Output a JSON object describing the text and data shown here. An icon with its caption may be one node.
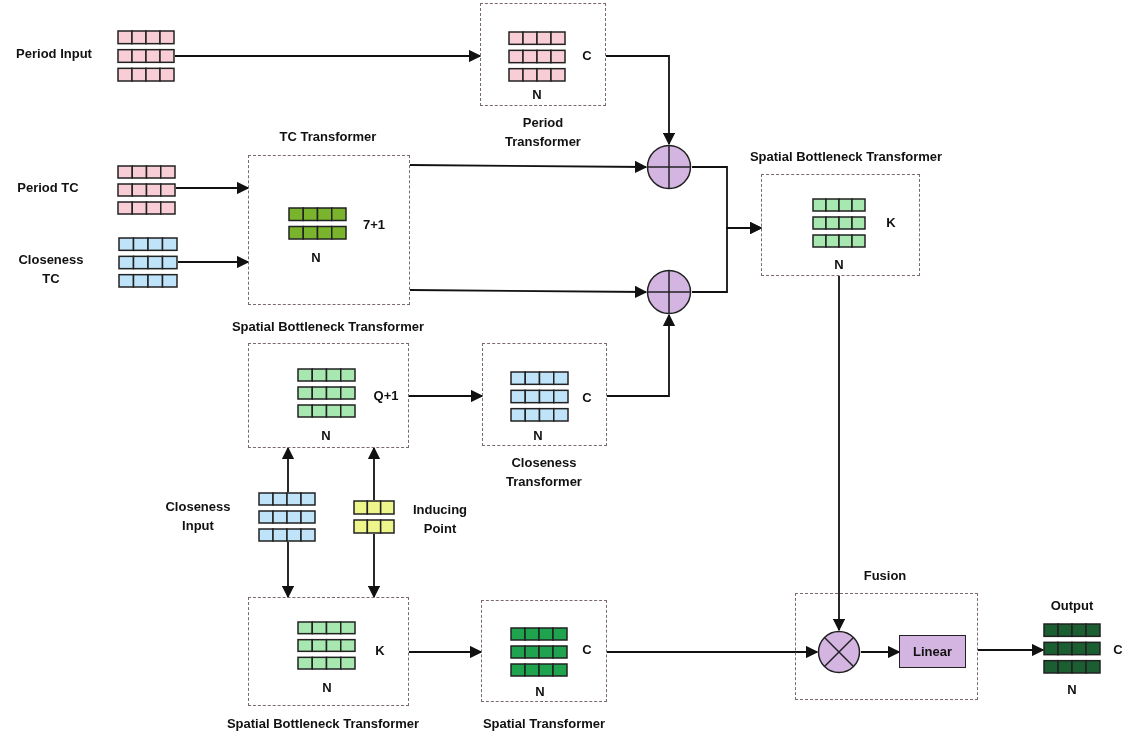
{
  "diagram": {
    "nodes": [
      {
        "text": [],
        "shape": "grid",
        "beside": [
          "Period Input"
        ]
      },
      {
        "text": [
          "Period Transformer"
        ]
      },
      {
        "text": [],
        "shape": "grid",
        "in": 1,
        "beside": [
          "C",
          "N"
        ]
      },
      {
        "text": [],
        "shape": "grid",
        "beside": [
          "Period TC"
        ]
      },
      {
        "text": [],
        "shape": "grid",
        "beside": [
          "Closeness TC"
        ]
      },
      {
        "text": [
          "TC Transformer"
        ]
      },
      {
        "text": [],
        "shape": "grid",
        "in": 5,
        "beside": [
          "7+1",
          "N"
        ]
      },
      {
        "text": [],
        "shape": "circle"
      },
      {
        "text": [],
        "shape": "circle"
      },
      {
        "text": [
          "Spatial Bottleneck Transformer"
        ]
      },
      {
        "text": [],
        "shape": "grid",
        "in": 9,
        "beside": [
          "K",
          "N"
        ]
      },
      {
        "text": [
          "Spatial Bottleneck Transformer"
        ]
      },
      {
        "text": [],
        "shape": "grid",
        "in": 11,
        "beside": [
          "Q+1",
          "N"
        ]
      },
      {
        "text": [
          "Closeness Transformer"
        ]
      },
      {
        "text": [],
        "shape": "grid",
        "in": 13,
        "beside": [
          "C",
          "N"
        ]
      },
      {
        "text": [],
        "shape": "grid",
        "beside": [
          "Closeness Input"
        ]
      },
      {
        "text": [],
        "shape": "grid",
        "beside": [
          "Inducing Point"
        ]
      },
      {
        "text": [
          "Spatial Bottleneck Transformer"
        ]
      },
      {
        "text": [],
        "shape": "grid",
        "in": 17,
        "beside": [
          "K",
          "N"
        ]
      },
      {
        "text": [
          "Spatial Transformer"
        ]
      },
      {
        "text": [],
        "shape": "grid",
        "in": 19,
        "beside": [
          "C",
          "N"
        ]
      },
      {
        "text": [
          "Fusion"
        ]
      },
      {
        "text": [],
        "shape": "circle",
        "in": 21
      },
      {
        "text": [
          "Linear"
        ],
        "in": 21
      },
      {
        "text": [],
        "shape": "grid",
        "beside": [
          "Output",
          "C",
          "N"
        ]
      }
    ],
    "edges": [
      {
        "from": 0,
        "to": 1,
        "arrow": "to"
      },
      {
        "from": 1,
        "to": 7,
        "arrow": "to"
      },
      {
        "from": 3,
        "to": 5,
        "arrow": "to"
      },
      {
        "from": 4,
        "to": 5,
        "arrow": "to"
      },
      {
        "from": 5,
        "to": 7,
        "arrow": "to"
      },
      {
        "from": 5,
        "to": 8,
        "arrow": "to"
      },
      {
        "from": 7,
        "to": 9,
        "arrow": "to"
      },
      {
        "from": 8,
        "to": 9,
        "arrow": "to"
      },
      {
        "from": 11,
        "to": 13,
        "arrow": "to"
      },
      {
        "from": 13,
        "to": 8,
        "arrow": "to"
      },
      {
        "from": 15,
        "to": 11,
        "arrow": "to"
      },
      {
        "from": 15,
        "to": 17,
        "arrow": "to"
      },
      {
        "from": 16,
        "to": 11,
        "arrow": "to"
      },
      {
        "from": 16,
        "to": 17,
        "arrow": "to"
      },
      {
        "from": 17,
        "to": 19,
        "arrow": "to"
      },
      {
        "from": 19,
        "to": 22,
        "arrow": "to"
      },
      {
        "from": 9,
        "to": 22,
        "arrow": "to"
      },
      {
        "from": 22,
        "to": 23,
        "arrow": "to"
      },
      {
        "from": 21,
        "to": 24,
        "arrow": "to"
      }
    ]
  }
}
